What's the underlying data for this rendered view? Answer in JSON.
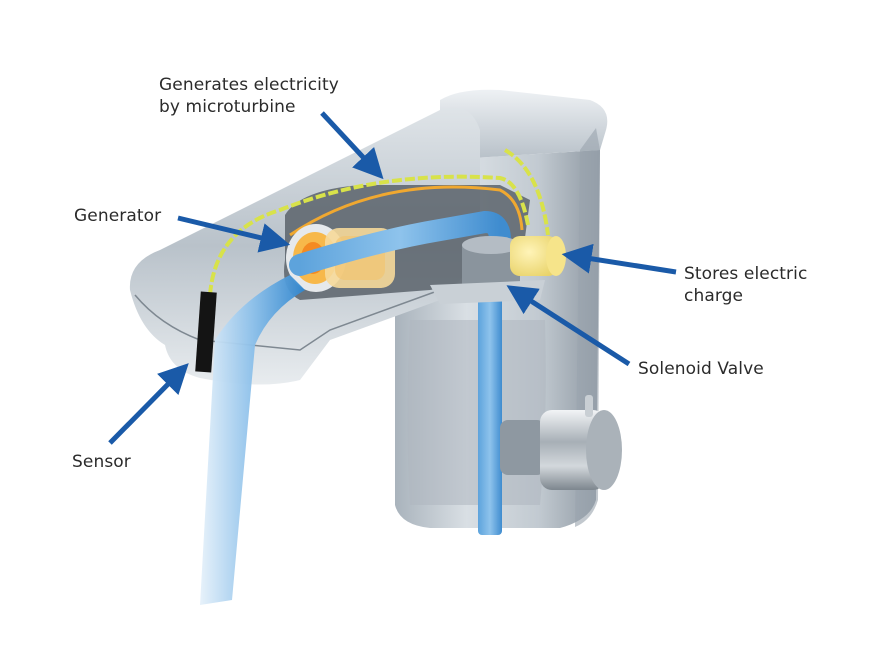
{
  "diagram": {
    "subject": "Self-powered sensor faucet cutaway",
    "arrow_color": "#1a5aa8",
    "colors": {
      "body": "#c4ccd3",
      "body_dark": "#8f99a3",
      "water": "#4a9ad8",
      "wire_yellow": "#d8e24a",
      "wire_orange": "#f0a830",
      "capacitor": "#f6e48a",
      "generator": "#f7b84a",
      "sensor": "#141414"
    },
    "labels": [
      {
        "id": "microturbine",
        "text": "Generates electricity\nby microturbine"
      },
      {
        "id": "generator",
        "text": "Generator"
      },
      {
        "id": "capacitor",
        "text": "Stores electric\ncharge"
      },
      {
        "id": "solenoid",
        "text": "Solenoid Valve"
      },
      {
        "id": "sensor",
        "text": "Sensor"
      }
    ]
  }
}
